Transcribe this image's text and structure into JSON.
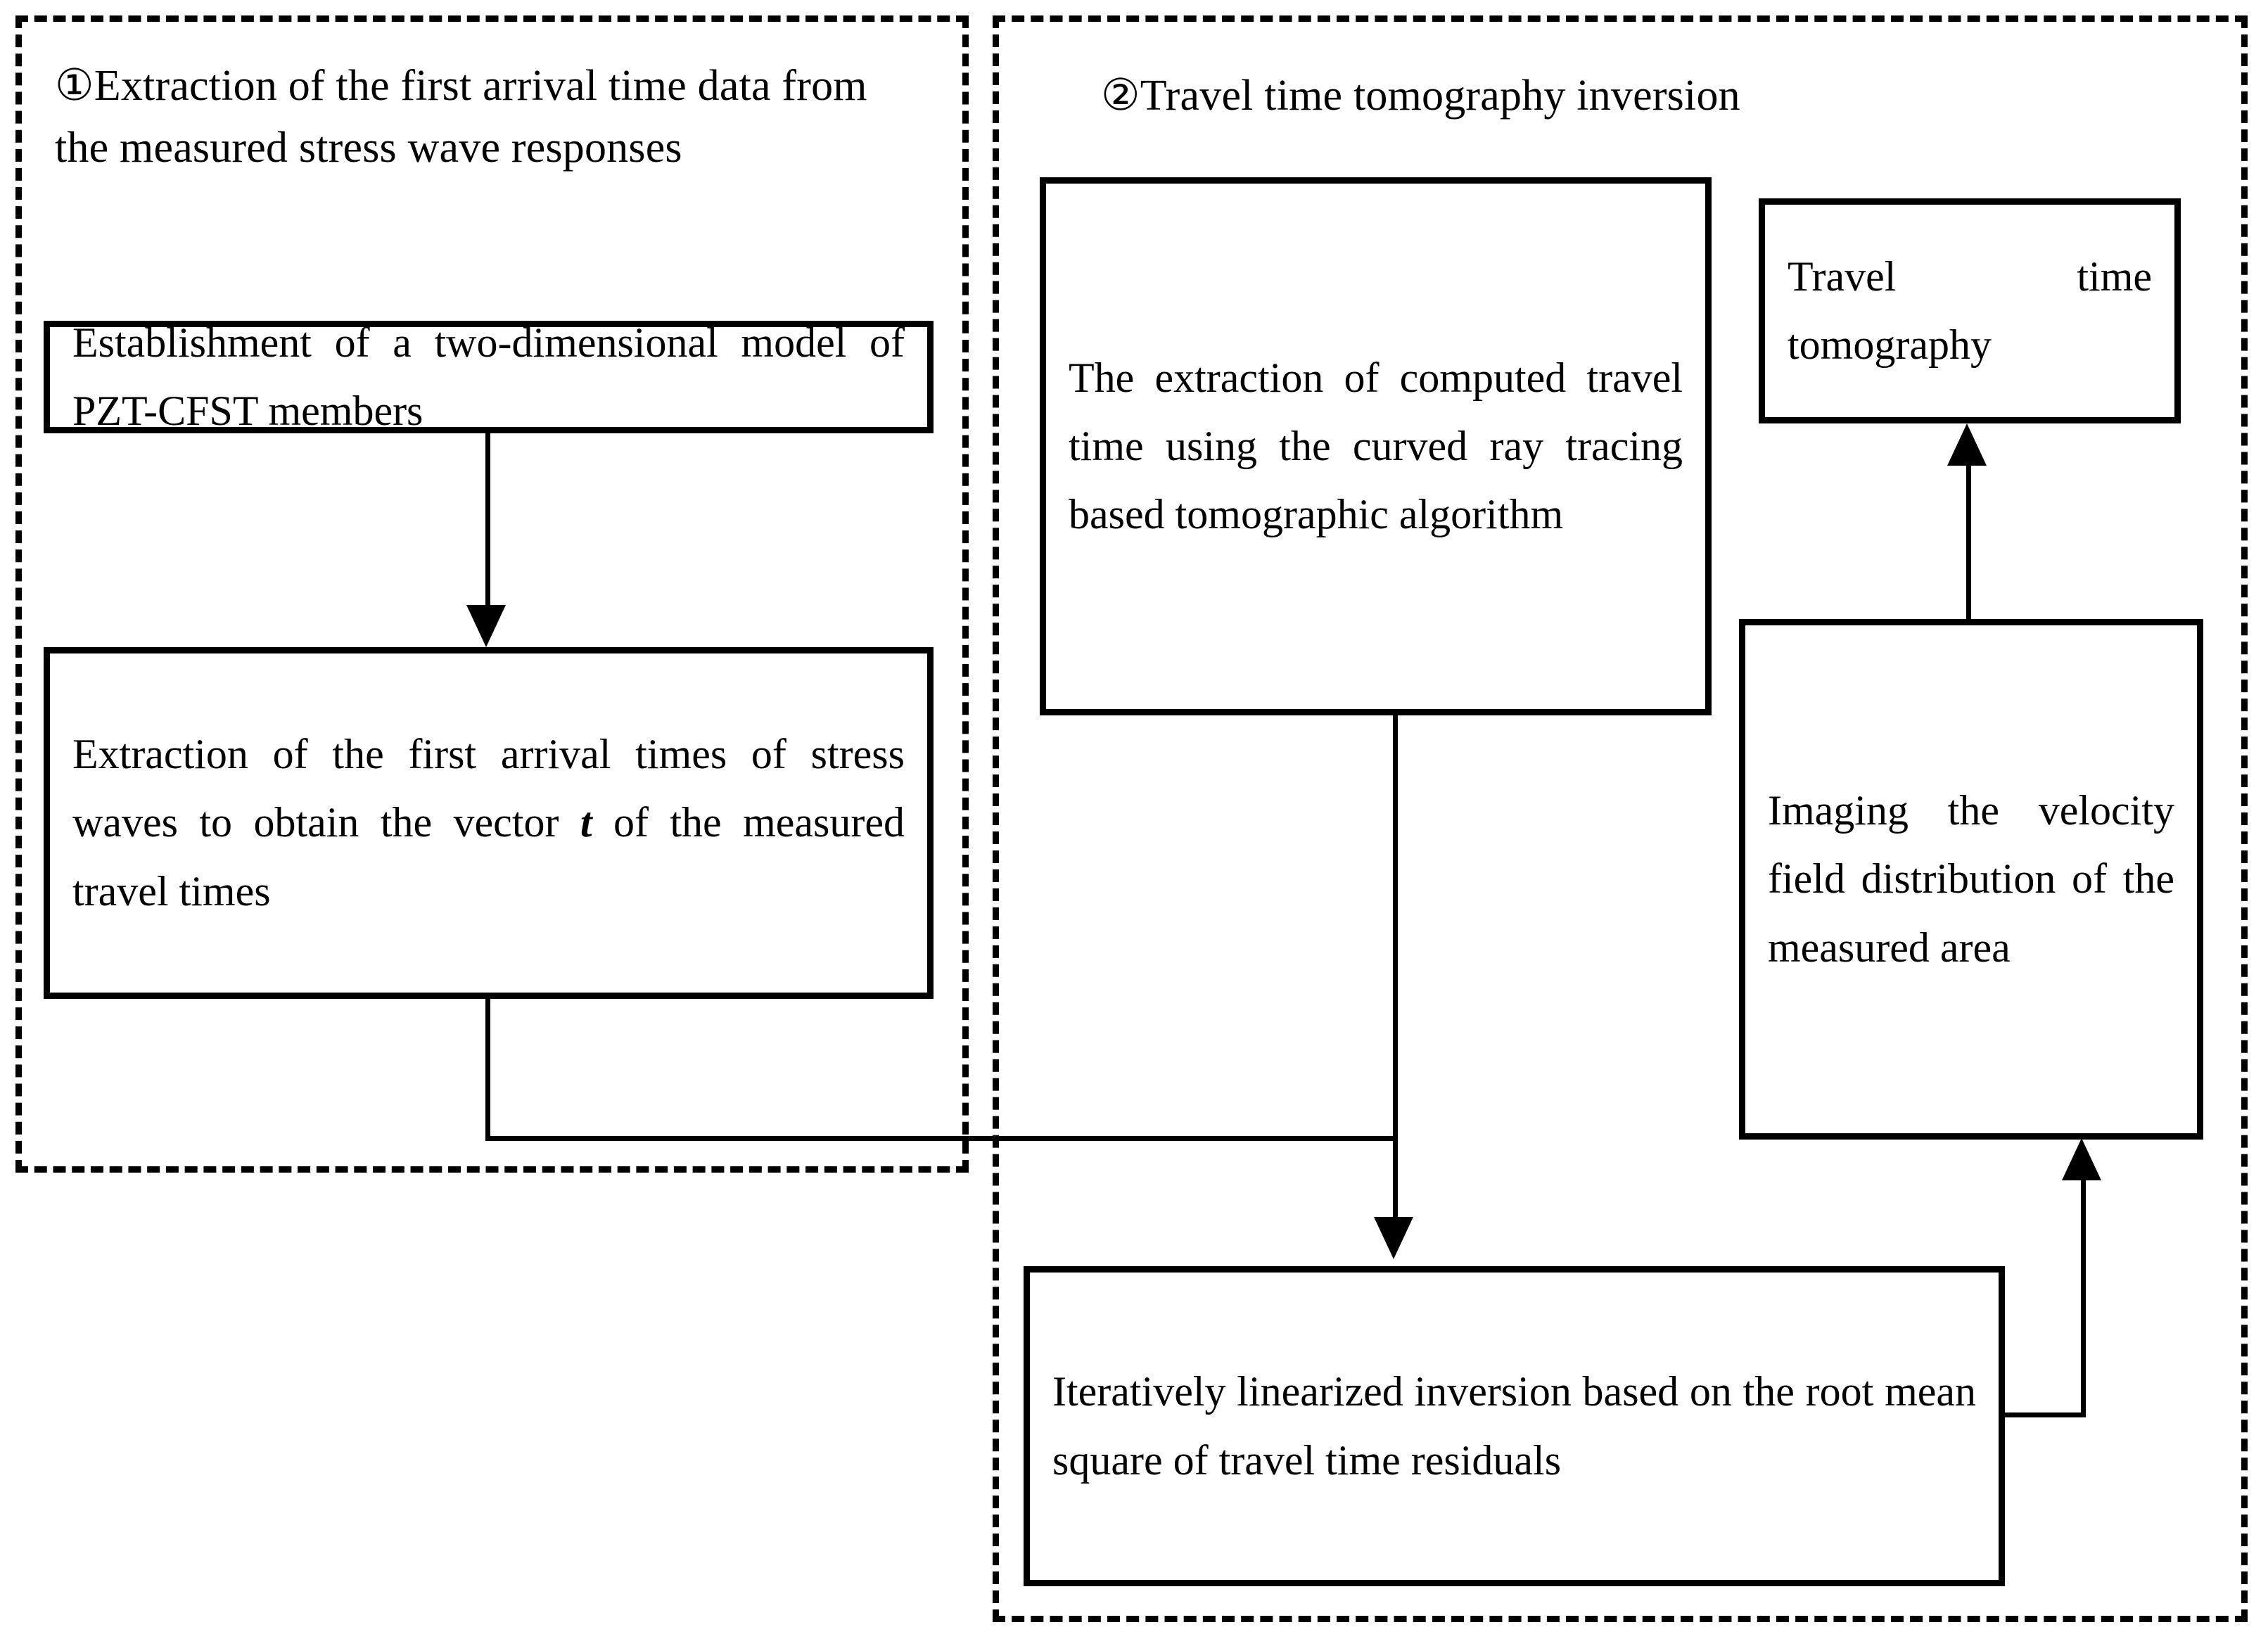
{
  "diagram": {
    "title_visible": false,
    "panels": [
      {
        "id": "panel-1",
        "caption": "①Extraction of the first arrival time data from the measured stress wave responses"
      },
      {
        "id": "panel-2",
        "caption": "②Travel time tomography inversion"
      }
    ],
    "boxes": {
      "model": "Establishment of a two-dimensional model of PZT-CFST members",
      "extraction_pre": "Extraction of the first arrival times of stress waves to obtain the vector ",
      "extraction_symbol": "t",
      "extraction_post": " of the measured travel times",
      "computed": "The extraction of computed travel time using the curved ray tracing based tomographic algorithm",
      "tomography": "Travel time tomography",
      "imaging": "Imaging the velocity field distribution of the measured area",
      "inversion": "Iteratively linearized inversion based on the root mean square of travel time residuals"
    },
    "colors": {
      "stroke": "#000000",
      "background": "#ffffff",
      "text": "#000000"
    },
    "connectors": [
      {
        "from": "model",
        "to": "extraction",
        "arrow": "down"
      },
      {
        "from": "extraction",
        "to": "inversion-join",
        "arrow": "none"
      },
      {
        "from": "computed",
        "to": "inversion",
        "arrow": "down"
      },
      {
        "from": "inversion",
        "to": "imaging",
        "arrow": "up"
      },
      {
        "from": "imaging",
        "to": "tomography",
        "arrow": "up"
      }
    ]
  }
}
